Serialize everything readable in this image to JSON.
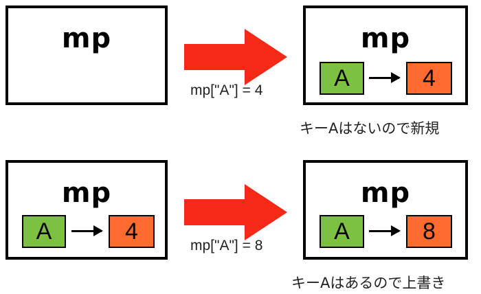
{
  "panels": [
    {
      "before": {
        "title": "mp",
        "entries": []
      },
      "operation": "mp[\"A\"] = 4",
      "after": {
        "title": "mp",
        "entries": [
          {
            "key": "A",
            "value": "4"
          }
        ]
      },
      "note": "キーAはないので新規"
    },
    {
      "before": {
        "title": "mp",
        "entries": [
          {
            "key": "A",
            "value": "4"
          }
        ]
      },
      "operation": "mp[\"A\"] = 8",
      "after": {
        "title": "mp",
        "entries": [
          {
            "key": "A",
            "value": "8"
          }
        ]
      },
      "note": "キーAはあるので上書き"
    }
  ],
  "colors": {
    "key_fill": "#7dc143",
    "value_fill": "#ff6b2c",
    "arrow_fill": "#f52a16",
    "border": "#000000"
  }
}
